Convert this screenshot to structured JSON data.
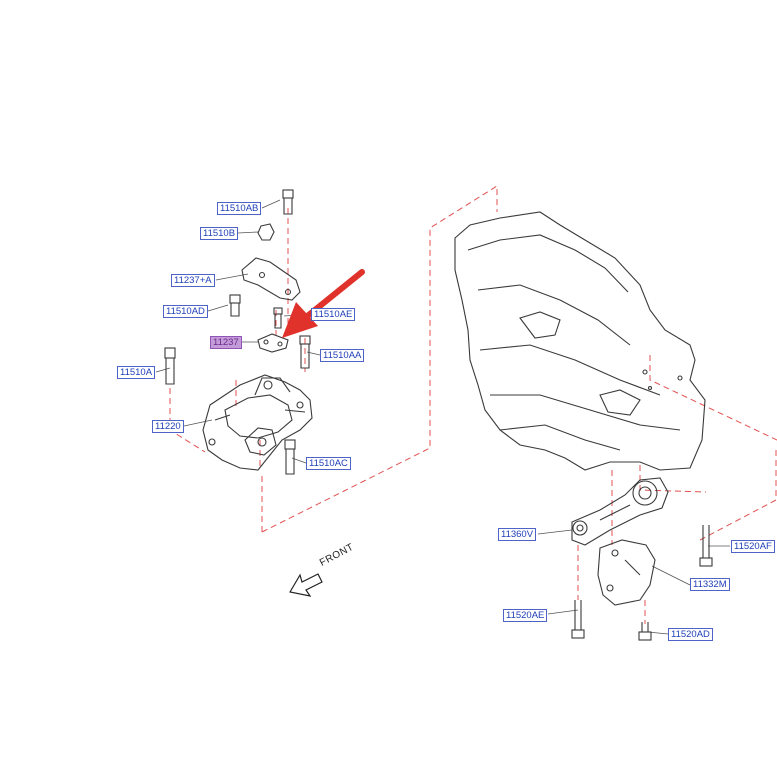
{
  "labels": {
    "p11510AB": "11510AB",
    "p11510B": "11510B",
    "p11237A": "11237+A",
    "p11510AD": "11510AD",
    "p11510AE": "11510AE",
    "p11237": "11237",
    "p11510AA": "11510AA",
    "p11510A": "11510A",
    "p11220": "11220",
    "p11510AC": "11510AC",
    "p11360V": "11360V",
    "p11520AF": "11520AF",
    "p11332M": "11332M",
    "p11520AE": "11520AE",
    "p11520AD": "11520AD"
  },
  "direction_label": "FRONT",
  "colors": {
    "label_text": "#1f3fb8",
    "highlight": "#c39bd9",
    "arrow": "#e0322a",
    "leader": "#e05050",
    "drawing": "#3a3a3a"
  },
  "highlighted_part": "11237"
}
